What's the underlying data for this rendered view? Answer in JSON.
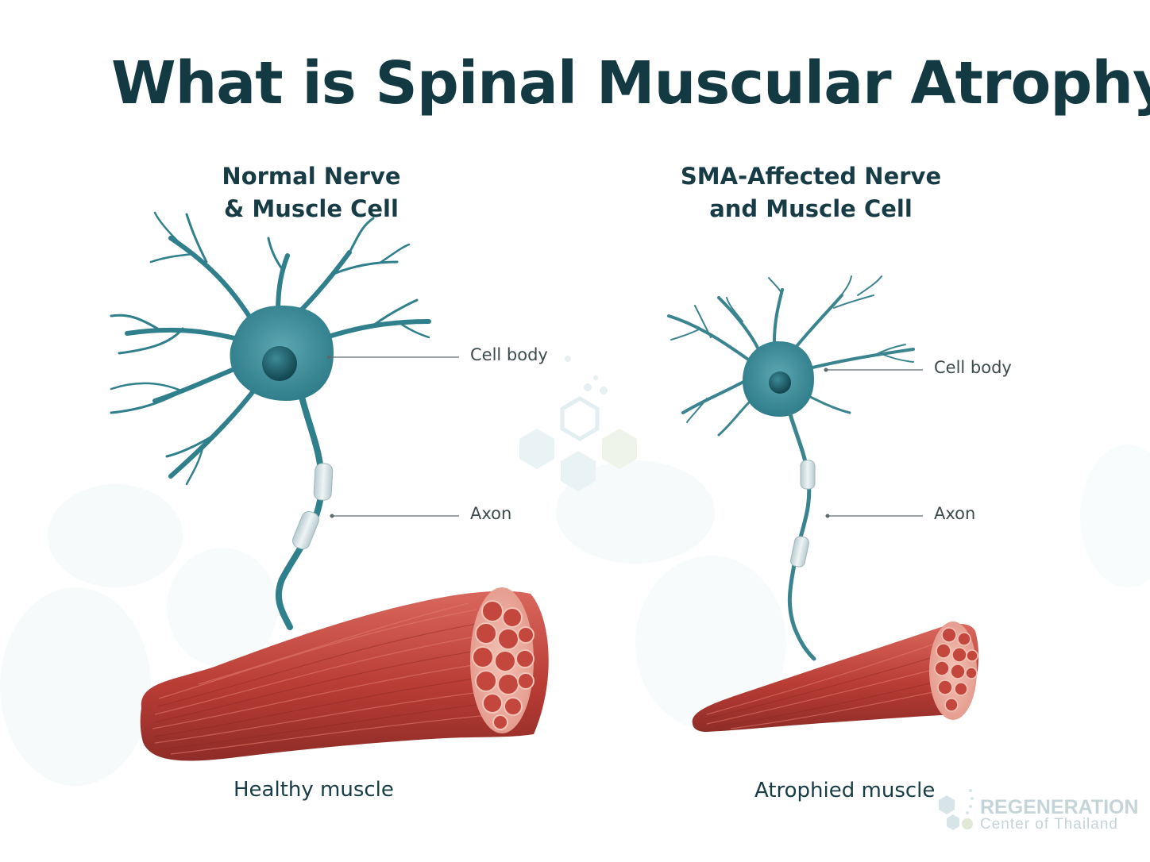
{
  "title": "What is Spinal Muscular Atrophy?",
  "panels": {
    "normal": {
      "title_line1": "Normal Nerve",
      "title_line2": "& Muscle Cell",
      "cell_body_label": "Cell body",
      "axon_label": "Axon",
      "muscle_label": "Healthy muscle"
    },
    "affected": {
      "title_line1": "SMA-Affected Nerve",
      "title_line2": "and Muscle Cell",
      "cell_body_label": "Cell body",
      "axon_label": "Axon",
      "muscle_label": "Atrophied muscle"
    }
  },
  "logo": {
    "line1": "REGENERATION",
    "line2": "Center of Thailand"
  },
  "colors": {
    "title": "#133a43",
    "neuron": "#2f7f8c",
    "muscle": "#c1463e",
    "myelin": "#d6e2e5"
  }
}
